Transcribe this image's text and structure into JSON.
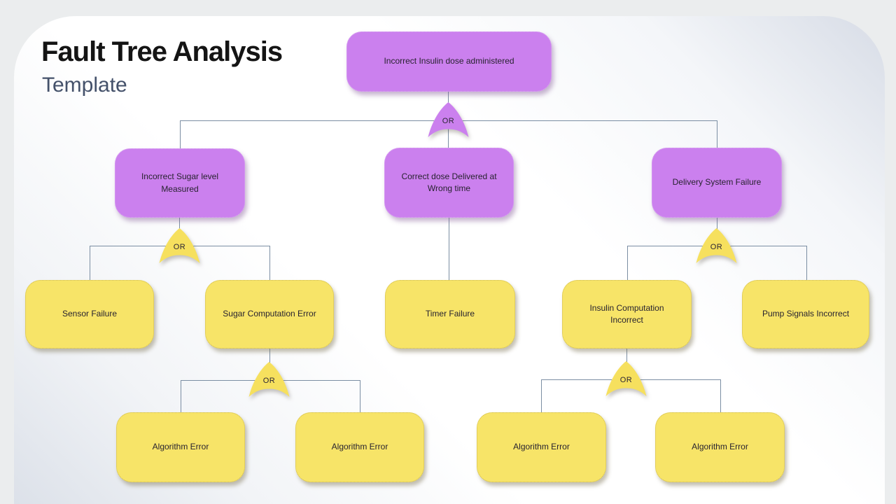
{
  "slide": {
    "title": "Fault Tree Analysis",
    "subtitle": "Template"
  },
  "colors": {
    "purple": "#cb80ee",
    "yellow": "#f7e468",
    "gate_yellow": "#f6e05e",
    "line": "#7b8ea3",
    "subtitle": "#44516a",
    "node_text": "#27222f"
  },
  "gates": [
    {
      "label": "OR"
    },
    {
      "label": "OR"
    },
    {
      "label": "OR"
    },
    {
      "label": "OR"
    },
    {
      "label": "OR"
    }
  ],
  "nodes": [
    {
      "label": "Incorrect Insulin dose administered",
      "type": "purple"
    },
    {
      "label": "Incorrect Sugar level Measured",
      "type": "purple"
    },
    {
      "label": "Correct dose Delivered at Wrong time",
      "type": "purple"
    },
    {
      "label": "Delivery System Failure",
      "type": "purple"
    },
    {
      "label": "Sensor Failure",
      "type": "yellow"
    },
    {
      "label": "Sugar Computation Error",
      "type": "yellow"
    },
    {
      "label": "Timer Failure",
      "type": "yellow"
    },
    {
      "label": "Insulin Computation Incorrect",
      "type": "yellow"
    },
    {
      "label": "Pump Signals Incorrect",
      "type": "yellow"
    },
    {
      "label": "Algorithm Error",
      "type": "yellow"
    },
    {
      "label": "Algorithm Error",
      "type": "yellow"
    },
    {
      "label": "Algorithm Error",
      "type": "yellow"
    },
    {
      "label": "Algorithm Error",
      "type": "yellow"
    }
  ]
}
